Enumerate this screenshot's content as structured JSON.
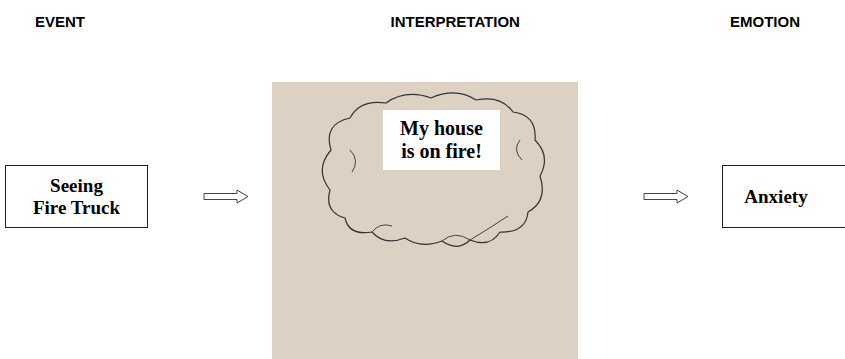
{
  "diagram": {
    "nodes": [
      {
        "text": [
          "Seeing Fire Truck"
        ]
      },
      {
        "text": [
          "My house is on fire!"
        ]
      },
      {
        "text": [
          "Anxiety"
        ]
      }
    ],
    "edges": [
      {
        "from": 0,
        "to": 1,
        "arrow": "to"
      },
      {
        "from": 1,
        "to": 2,
        "arrow": "to"
      }
    ],
    "labels": [
      "EVENT",
      "INTERPRETATION",
      "EMOTION"
    ]
  }
}
